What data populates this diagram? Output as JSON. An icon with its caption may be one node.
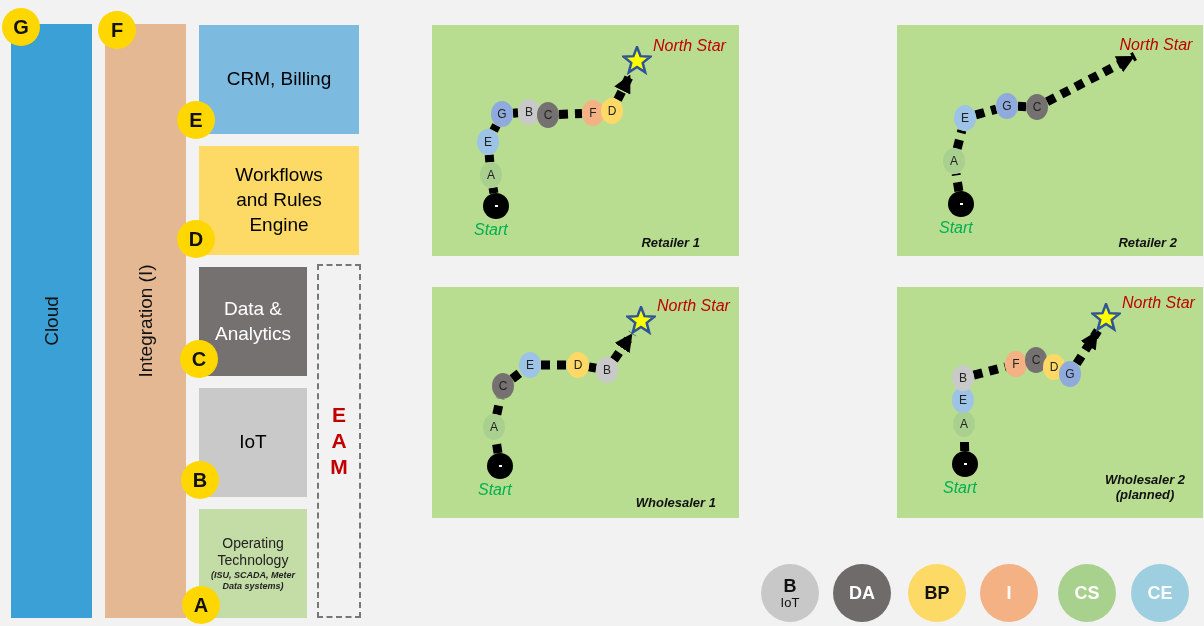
{
  "diagram": {
    "nodes": [
      {
        "text": [
          "Cloud"
        ]
      },
      {
        "text": [
          "Integration (I)"
        ]
      },
      {
        "text": [
          "CRM, Billing"
        ]
      },
      {
        "text": [
          "Workflows and Rules Engine"
        ]
      },
      {
        "text": [
          "Data & Analytics"
        ]
      },
      {
        "text": [
          "IoT"
        ]
      },
      {
        "text": [
          "Operating Technology",
          "(ISU, SCADA, Meter Data systems)"
        ]
      },
      {
        "text": [
          "E A M"
        ]
      },
      {
        "text": [
          "G"
        ]
      },
      {
        "text": [
          "F"
        ]
      },
      {
        "text": [
          "E"
        ]
      },
      {
        "text": [
          "D"
        ]
      },
      {
        "text": [
          "C"
        ]
      },
      {
        "text": [
          "B"
        ]
      },
      {
        "text": [
          "A"
        ]
      },
      {
        "text": [
          "Retailer 1"
        ]
      },
      {
        "text": [],
        "shape": "circle",
        "in": 15,
        "beside": [
          "Start"
        ]
      },
      {
        "text": [
          "A"
        ],
        "in": 15
      },
      {
        "text": [
          "E"
        ],
        "in": 15
      },
      {
        "text": [
          "G"
        ],
        "in": 15
      },
      {
        "text": [
          "B"
        ],
        "in": 15
      },
      {
        "text": [
          "C"
        ],
        "in": 15
      },
      {
        "text": [
          "F"
        ],
        "in": 15
      },
      {
        "text": [
          "D"
        ],
        "in": 15
      },
      {
        "text": [],
        "shape": "star",
        "in": 15,
        "beside": [
          "North Star"
        ]
      },
      {
        "text": [
          "Retailer 2"
        ]
      },
      {
        "text": [],
        "shape": "circle",
        "in": 25,
        "beside": [
          "Start"
        ]
      },
      {
        "text": [
          "A"
        ],
        "in": 25
      },
      {
        "text": [
          "E"
        ],
        "in": 25
      },
      {
        "text": [
          "G"
        ],
        "in": 25
      },
      {
        "text": [
          "C"
        ],
        "in": 25
      },
      {
        "text": [
          "North Star"
        ],
        "in": 25
      },
      {
        "text": [
          "Wholesaler 1"
        ]
      },
      {
        "text": [],
        "shape": "circle",
        "in": 32,
        "beside": [
          "Start"
        ]
      },
      {
        "text": [
          "A"
        ],
        "in": 32
      },
      {
        "text": [
          "C"
        ],
        "in": 32
      },
      {
        "text": [
          "E"
        ],
        "in": 32
      },
      {
        "text": [
          "D"
        ],
        "in": 32
      },
      {
        "text": [
          "B"
        ],
        "in": 32
      },
      {
        "text": [],
        "shape": "star",
        "in": 32,
        "beside": [
          "North Star"
        ]
      },
      {
        "text": [
          "Wholesaler 2 (planned)"
        ]
      },
      {
        "text": [],
        "shape": "circle",
        "in": 40,
        "beside": [
          "Start"
        ]
      },
      {
        "text": [
          "A"
        ],
        "in": 40
      },
      {
        "text": [
          "E"
        ],
        "in": 40
      },
      {
        "text": [
          "B"
        ],
        "in": 40
      },
      {
        "text": [
          "F"
        ],
        "in": 40
      },
      {
        "text": [
          "C"
        ],
        "in": 40
      },
      {
        "text": [
          "D"
        ],
        "in": 40
      },
      {
        "text": [
          "G"
        ],
        "in": 40
      },
      {
        "text": [],
        "shape": "star",
        "in": 40,
        "beside": [
          "North Star"
        ]
      },
      {
        "text": [
          "B",
          "IoT"
        ]
      },
      {
        "text": [
          "DA"
        ]
      },
      {
        "text": [
          "BP"
        ]
      },
      {
        "text": [
          "I"
        ]
      },
      {
        "text": [
          "CS"
        ]
      },
      {
        "text": [
          "CE"
        ]
      }
    ],
    "edges": [
      {
        "from": 16,
        "to": 17,
        "arrow": "none",
        "style": "dashed"
      },
      {
        "from": 17,
        "to": 18,
        "arrow": "none",
        "style": "dashed"
      },
      {
        "from": 18,
        "to": 19,
        "arrow": "none",
        "style": "dashed"
      },
      {
        "from": 19,
        "to": 20,
        "arrow": "none",
        "style": "dashed"
      },
      {
        "from": 21,
        "to": 22,
        "arrow": "none",
        "style": "dashed"
      },
      {
        "from": 23,
        "to": 24,
        "arrow": "to",
        "style": "dashed"
      },
      {
        "from": 26,
        "to": 27,
        "arrow": "none",
        "style": "dashed"
      },
      {
        "from": 27,
        "to": 28,
        "arrow": "none",
        "style": "dashed"
      },
      {
        "from": 28,
        "to": 29,
        "arrow": "none",
        "style": "dashed"
      },
      {
        "from": 29,
        "to": 30,
        "arrow": "none",
        "style": "dashed"
      },
      {
        "from": 30,
        "to": 31,
        "arrow": "to",
        "style": "dashed"
      },
      {
        "from": 33,
        "to": 34,
        "arrow": "none",
        "style": "dashed"
      },
      {
        "from": 34,
        "to": 35,
        "arrow": "none",
        "style": "dashed"
      },
      {
        "from": 35,
        "to": 36,
        "arrow": "none",
        "style": "dashed"
      },
      {
        "from": 36,
        "to": 37,
        "arrow": "none",
        "style": "dashed"
      },
      {
        "from": 37,
        "to": 38,
        "arrow": "none",
        "style": "dashed"
      },
      {
        "from": 38,
        "to": 39,
        "arrow": "to",
        "style": "dashed"
      },
      {
        "from": 41,
        "to": 42,
        "arrow": "none",
        "style": "dashed"
      },
      {
        "from": 44,
        "to": 45,
        "arrow": "none",
        "style": "dashed"
      },
      {
        "from": 48,
        "to": 49,
        "arrow": "to",
        "style": "dashed"
      }
    ]
  }
}
